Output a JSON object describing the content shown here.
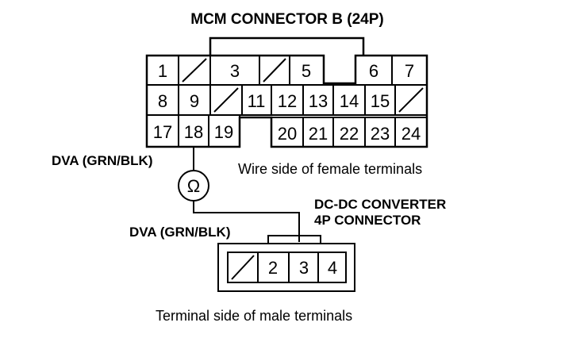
{
  "mcm": {
    "title": "MCM CONNECTOR B (24P)",
    "side_label": "Wire side of female terminals",
    "rows": [
      [
        "1",
        "",
        "3",
        "",
        "5",
        "6",
        "7"
      ],
      [
        "8",
        "9",
        "",
        "11",
        "12",
        "13",
        "14",
        "15",
        ""
      ],
      [
        "17",
        "18",
        "19",
        "20",
        "21",
        "22",
        "23",
        "24"
      ]
    ]
  },
  "probe": {
    "label_top": "DVA (GRN/BLK)",
    "symbol": "Ω",
    "label_bottom": "DVA (GRN/BLK)"
  },
  "dcdc": {
    "title_line1": "DC-DC CONVERTER",
    "title_line2": "4P CONNECTOR",
    "side_label": "Terminal side of male terminals",
    "pins": [
      "",
      "2",
      "3",
      "4"
    ]
  },
  "colors": {
    "ink": "#000000",
    "paper": "#ffffff"
  }
}
